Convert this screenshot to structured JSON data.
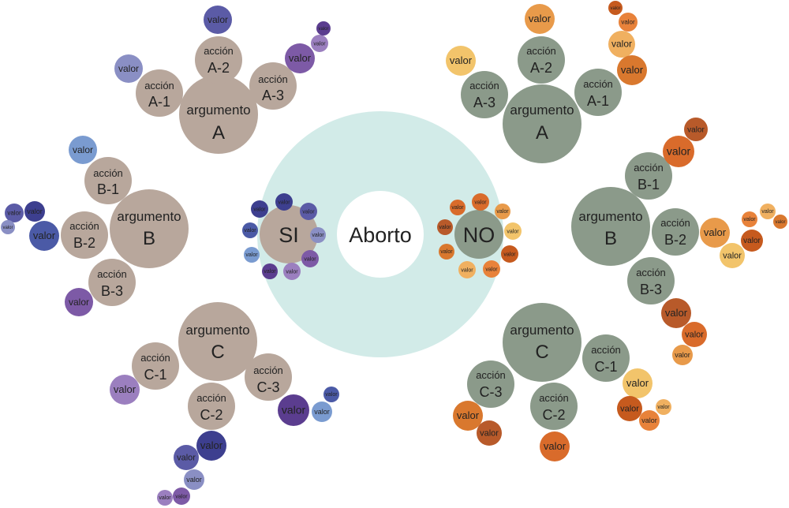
{
  "center": {
    "label": "Aborto",
    "ring_color": "#d2ebe8",
    "hole_color": "#ffffff"
  },
  "palette": {
    "si_main": "#b8a79c",
    "no_main": "#8b9a8a",
    "si_values": [
      "#3d3f8f",
      "#5b5ba6",
      "#8a8fc4",
      "#7d5aa6",
      "#9b7fbf",
      "#5b3d8f",
      "#7a9bd0",
      "#4b5aa6"
    ],
    "no_values": [
      "#d96b2b",
      "#e89a4a",
      "#f2c46b",
      "#c65a1e",
      "#e8823a",
      "#f0b060",
      "#d9782e",
      "#b85a2a"
    ]
  },
  "sides": {
    "si": {
      "label": "SI",
      "arguments": [
        {
          "title": "argumento",
          "letter": "A",
          "actions": [
            {
              "word": "acción",
              "code": "A-1"
            },
            {
              "word": "acción",
              "code": "A-2"
            },
            {
              "word": "acción",
              "code": "A-3"
            }
          ]
        },
        {
          "title": "argumento",
          "letter": "B",
          "actions": [
            {
              "word": "acción",
              "code": "B-1"
            },
            {
              "word": "acción",
              "code": "B-2"
            },
            {
              "word": "acción",
              "code": "B-3"
            }
          ]
        },
        {
          "title": "argumento",
          "letter": "C",
          "actions": [
            {
              "word": "acción",
              "code": "C-1"
            },
            {
              "word": "acción",
              "code": "C-2"
            },
            {
              "word": "acción",
              "code": "C-3"
            }
          ]
        }
      ]
    },
    "no": {
      "label": "NO",
      "arguments": [
        {
          "title": "argumento",
          "letter": "A",
          "actions": [
            {
              "word": "acción",
              "code": "A-1"
            },
            {
              "word": "acción",
              "code": "A-2"
            },
            {
              "word": "acción",
              "code": "A-3"
            }
          ]
        },
        {
          "title": "argumento",
          "letter": "B",
          "actions": [
            {
              "word": "acción",
              "code": "B-1"
            },
            {
              "word": "acción",
              "code": "B-2"
            },
            {
              "word": "acción",
              "code": "B-3"
            }
          ]
        },
        {
          "title": "argumento",
          "letter": "C",
          "actions": [
            {
              "word": "acción",
              "code": "C-1"
            },
            {
              "word": "acción",
              "code": "C-2"
            },
            {
              "word": "acción",
              "code": "C-3"
            }
          ]
        }
      ]
    }
  },
  "value_label": "valor"
}
